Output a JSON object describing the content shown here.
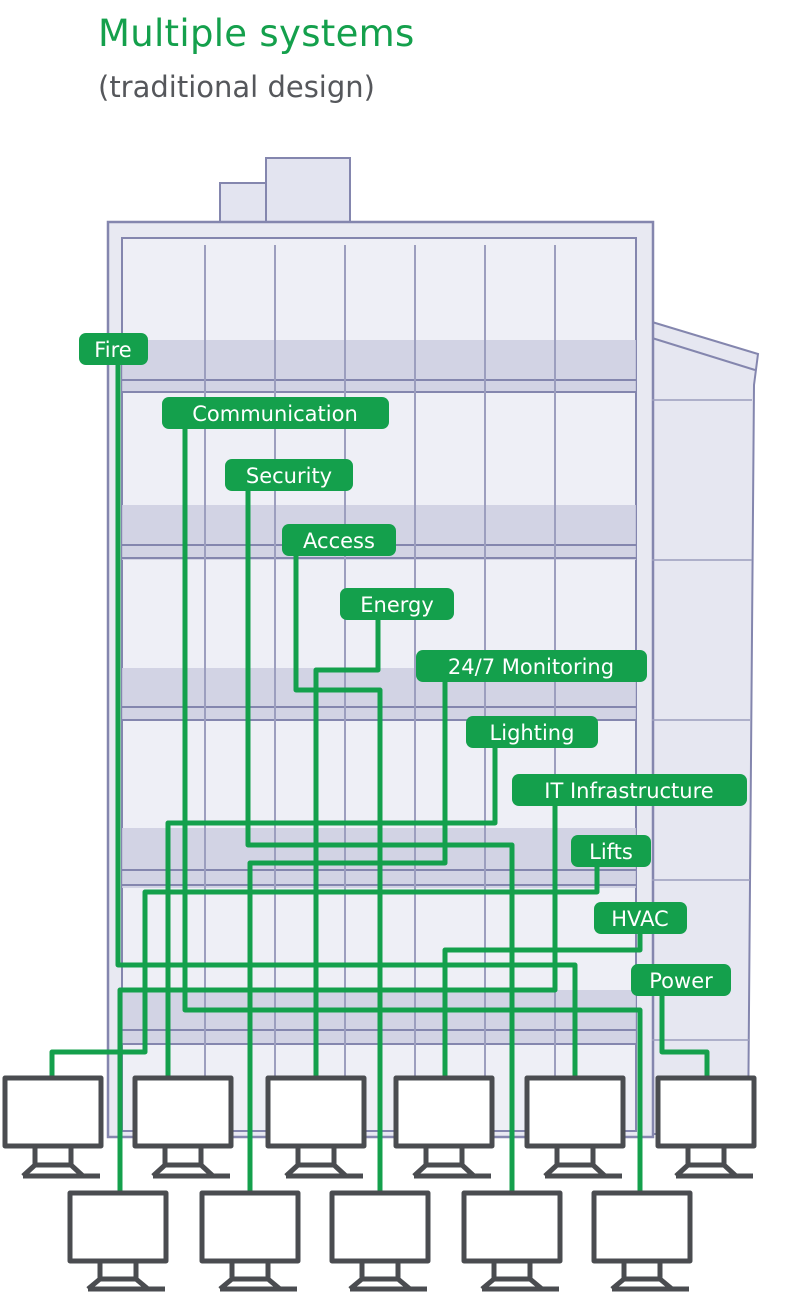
{
  "header": {
    "title": "Multiple systems",
    "subtitle": "(traditional design)"
  },
  "systems": [
    "Fire",
    "Communication",
    "Security",
    "Access",
    "Energy",
    "24/7 Monitoring",
    "Lighting",
    "IT Infrastructure",
    "Lifts",
    "HVAC",
    "Power"
  ],
  "colors": {
    "accent": "#14a04c",
    "building_fill": "#e3e4f0",
    "building_band": "#c9cadf",
    "building_line": "#8486ae",
    "monitor_stroke": "#4a4c50",
    "subtitle_text": "#55575b"
  },
  "icons": {
    "monitor": "monitor-icon",
    "building": "building-illustration"
  }
}
